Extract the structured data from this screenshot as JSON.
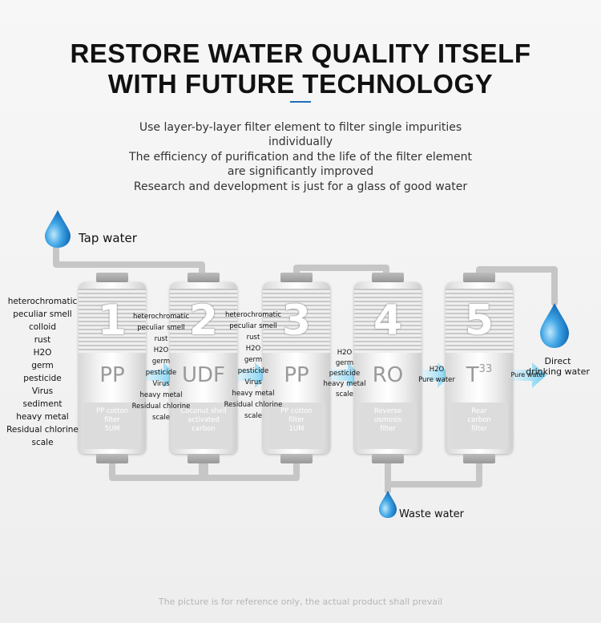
{
  "title": {
    "line1": "RESTORE WATER QUALITY ITSELF",
    "line2": "WITH FUTURE TECHNOLOGY"
  },
  "description": [
    "Use layer-by-layer filter element to filter single impurities individually",
    "The efficiency of purification and the life of the filter element are significantly improved",
    "Research and development is just for a glass of good water"
  ],
  "tap_water": "Tap water",
  "waste_water": "Waste water",
  "direct_drinking_water": "Direct drinking water",
  "colors": {
    "accent": "#1e6fb5",
    "arrow": "#7fd3f2",
    "pipe": "#c6c6c6",
    "drop": "#2a8fd6"
  },
  "filters": [
    {
      "number": "1",
      "code": "PP",
      "code_sup": "",
      "name": [
        "PP cotton",
        "filter",
        "5UM"
      ]
    },
    {
      "number": "2",
      "code": "UDF",
      "code_sup": "",
      "name": [
        "Coconut shell",
        "activated",
        "carbon"
      ]
    },
    {
      "number": "3",
      "code": "PP",
      "code_sup": "",
      "name": [
        "PP cotton",
        "filter",
        "1UM"
      ]
    },
    {
      "number": "4",
      "code": "RO",
      "code_sup": "",
      "name": [
        "Reverse",
        "osmosis",
        "filter"
      ]
    },
    {
      "number": "5",
      "code": "T",
      "code_sup": "33",
      "name": [
        "Rear",
        "carbon",
        "filter"
      ]
    }
  ],
  "impurities": [
    [
      "heterochromatic",
      "peculiar smell",
      "colloid",
      "rust",
      "H2O",
      "germ",
      "pesticide",
      "Virus",
      "sediment",
      "heavy metal",
      "Residual chlorine",
      "scale"
    ],
    [
      "heterochromatic",
      "peculiar smell",
      "rust",
      "H2O",
      "germ",
      "pesticide",
      "Virus",
      "heavy metal",
      "Residual chlorine",
      "scale"
    ],
    [
      "heterochromatic",
      "peculiar smell",
      "rust",
      "H2O",
      "germ",
      "pesticide",
      "Virus",
      "heavy metal",
      "Residual chlorine",
      "scale"
    ],
    [
      "H2O",
      "germ",
      "pesticide",
      "heavy metal",
      "scale"
    ],
    [
      "H2O",
      "Pure water"
    ],
    [
      "Pure water"
    ]
  ],
  "footer": "The picture is for reference only, the actual product shall prevail"
}
